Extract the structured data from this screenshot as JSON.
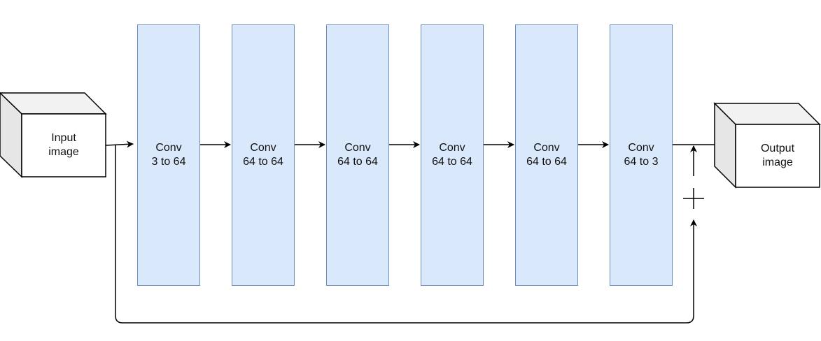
{
  "input": {
    "line1": "Input",
    "line2": "image"
  },
  "output": {
    "line1": "Output",
    "line2": "image"
  },
  "blocks": [
    {
      "line1": "Conv",
      "line2": "3 to 64"
    },
    {
      "line1": "Conv",
      "line2": "64 to 64"
    },
    {
      "line1": "Conv",
      "line2": "64 to 64"
    },
    {
      "line1": "Conv",
      "line2": "64 to 64"
    },
    {
      "line1": "Conv",
      "line2": "64 to 64"
    },
    {
      "line1": "Conv",
      "line2": "64 to 3"
    }
  ],
  "colors": {
    "block_fill": "#dae8fc",
    "block_border": "#6c8ebf",
    "cube_side": "#e6e6e6",
    "line": "#000000"
  }
}
